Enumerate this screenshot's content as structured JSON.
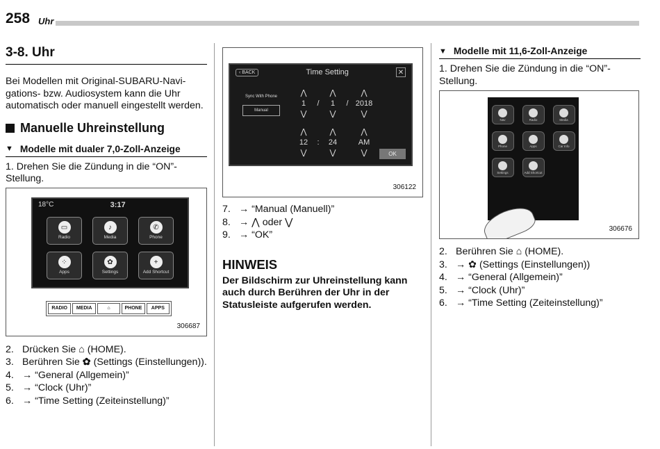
{
  "header": {
    "page_number": "258",
    "chapter": "Uhr"
  },
  "col1": {
    "section_title": "3-8. Uhr",
    "intro": "Bei Modellen mit Original-SUBARU-Navi­gations- bzw. Audiosystem kann die Uhr automatisch oder manuell eingestellt wer­den.",
    "subsection_title": "Manuelle Uhreinstellung",
    "model_title": "Modelle mit dualer 7,0-Zoll-Anzeige",
    "step1": "1.  Drehen Sie die Zündung in die “ON”-Stellung.",
    "figure": {
      "number": "306687",
      "status_temp": "18°C",
      "status_time": "3:17",
      "tiles": [
        "Radio",
        "Media",
        "Phone",
        "Apps",
        "Settings",
        "Add Shortcut"
      ],
      "hw_buttons": [
        "RADIO",
        "MEDIA",
        "⌂",
        "PHONE",
        "APPS"
      ]
    },
    "steps": [
      {
        "n": "2.",
        "pre": "Drücken Sie",
        "icon": "⌂",
        "post": "(HOME)."
      },
      {
        "n": "3.",
        "pre": "Berühren Sie",
        "icon": "✿",
        "post": "(Settings (Einstellun­gen))."
      },
      {
        "n": "4.",
        "text": "→ “General (Allgemein)”"
      },
      {
        "n": "5.",
        "text": "→ “Clock (Uhr)”"
      },
      {
        "n": "6.",
        "text": "→ “Time Setting (Zeiteinstellung)”"
      }
    ]
  },
  "col2": {
    "figure": {
      "number": "306122",
      "back": "BACK",
      "title": "Time Setting",
      "close": "✕",
      "sync": "Sync With Phone",
      "manual": "Manual",
      "date": [
        "1",
        "/",
        "1",
        "/",
        "2018"
      ],
      "time": [
        "12",
        ":",
        "24",
        "",
        "AM"
      ],
      "ok": "OK"
    },
    "steps": [
      {
        "n": "7.",
        "text": "→ “Manual (Manuell)”"
      },
      {
        "n": "8.",
        "text": "→ ⋀ oder ⋁"
      },
      {
        "n": "9.",
        "text": "→ “OK”"
      }
    ],
    "hinweis_title": "HINWEIS",
    "hinweis_body": "Der Bildschirm zur Uhreinstellung kann auch durch Berühren der Uhr in der Statusleiste aufgerufen werden."
  },
  "col3": {
    "model_title": "Modelle mit 11,6-Zoll-Anzeige",
    "step1": "1.  Drehen Sie die Zündung in die “ON”-Stellung.",
    "figure": {
      "number": "306676",
      "tiles": [
        "Nav",
        "Radio",
        "Media",
        "Phone",
        "Apps",
        "Car Info",
        "Settings",
        "Add Shortcut"
      ]
    },
    "steps": [
      {
        "n": "2.",
        "text": "Berühren Sie ⌂ (HOME)."
      },
      {
        "n": "3.",
        "text": "→ ✿ (Settings (Einstellungen))"
      },
      {
        "n": "4.",
        "text": "→ “General (Allgemein)”"
      },
      {
        "n": "5.",
        "text": "→ “Clock (Uhr)”"
      },
      {
        "n": "6.",
        "text": "→ “Time Setting (Zeiteinstellung)”"
      }
    ]
  }
}
